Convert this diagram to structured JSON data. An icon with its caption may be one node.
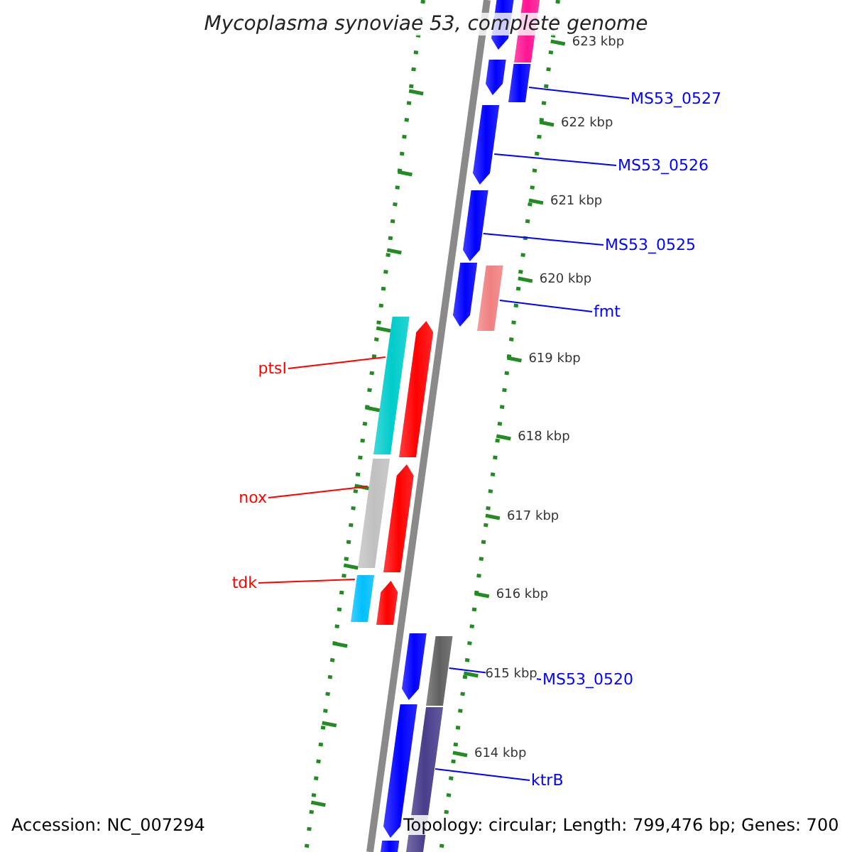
{
  "diagram": {
    "title": "Mycoplasma synoviae 53, complete genome",
    "nodes": [
      {
        "text": [
          "MS53_0527"
        ]
      },
      {
        "text": [
          "MS53_0526"
        ]
      },
      {
        "text": [
          "MS53_0525"
        ]
      },
      {
        "text": [
          "fmt"
        ]
      },
      {
        "text": [
          "ptsI"
        ]
      },
      {
        "text": [
          "nox"
        ]
      },
      {
        "text": [
          "tdk"
        ]
      },
      {
        "text": [
          "MS53_0520"
        ]
      },
      {
        "text": [
          "ktrB"
        ]
      },
      {
        "text": [],
        "shape": "bar"
      },
      {
        "text": [],
        "shape": "bar"
      },
      {
        "text": [],
        "shape": "bar"
      },
      {
        "text": [],
        "shape": "bar"
      },
      {
        "text": [],
        "shape": "bar"
      },
      {
        "text": [],
        "shape": "bar"
      },
      {
        "text": [],
        "shape": "bar"
      },
      {
        "text": [],
        "shape": "bar"
      },
      {
        "text": [],
        "shape": "bar"
      },
      {
        "text": [],
        "shape": "bar"
      },
      {
        "text": [],
        "shape": "bar"
      },
      {
        "text": [],
        "shape": "bar"
      },
      {
        "text": [],
        "shape": "bar"
      },
      {
        "text": [],
        "shape": "bar"
      },
      {
        "text": [],
        "shape": "bar"
      },
      {
        "text": [],
        "shape": "bar"
      },
      {
        "text": [],
        "shape": "bar"
      },
      {
        "text": [],
        "shape": "bar"
      },
      {
        "text": [],
        "shape": "bar"
      }
    ],
    "edges": [
      {
        "from": 0,
        "to": 12,
        "arrow": "none"
      },
      {
        "from": 1,
        "to": 13,
        "arrow": "none"
      },
      {
        "from": 2,
        "to": 14,
        "arrow": "none"
      },
      {
        "from": 3,
        "to": 16,
        "arrow": "none"
      },
      {
        "from": 4,
        "to": 17,
        "arrow": "none",
        "color": "#ff0000"
      },
      {
        "from": 5,
        "to": 19,
        "arrow": "none",
        "color": "#ff0000"
      },
      {
        "from": 6,
        "to": 21,
        "arrow": "none",
        "color": "#ff0000"
      },
      {
        "from": 7,
        "to": 24,
        "arrow": "none"
      },
      {
        "from": 8,
        "to": 26,
        "arrow": "none"
      }
    ],
    "labels": [
      "623 kbp",
      "622 kbp",
      "621 kbp",
      "620 kbp",
      "619 kbp",
      "618 kbp",
      "617 kbp",
      "616 kbp",
      "615 kbp",
      "614 kbp",
      "Accession: NC_007294",
      "Topology: circular; Length: 799,476 bp; Genes: 700"
    ]
  }
}
